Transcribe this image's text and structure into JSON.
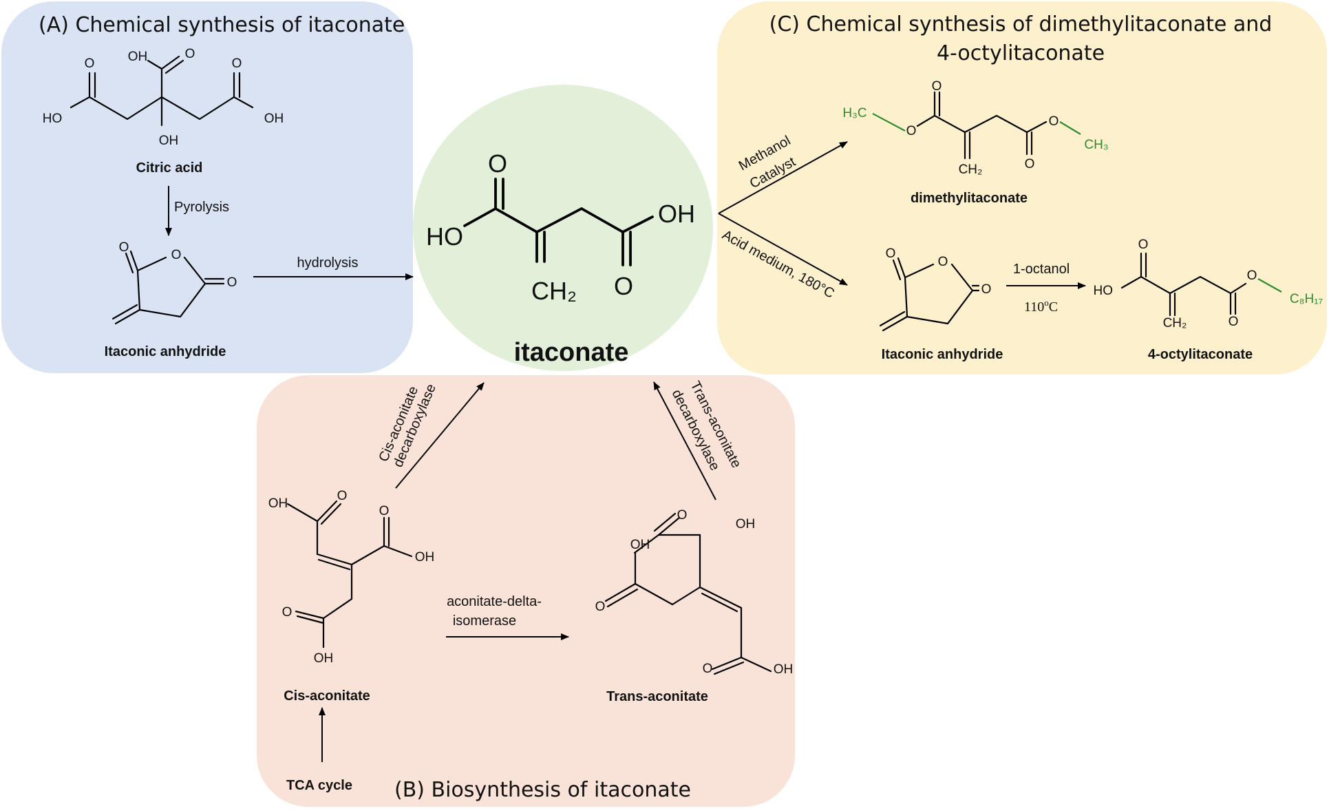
{
  "panels": {
    "a_title": "(A) Chemical synthesis of itaconate",
    "b_title": "(B) Biosynthesis of itaconate",
    "c_title_line1": "(C) Chemical synthesis of dimethylitaconate and",
    "c_title_line2": "4-octylitaconate"
  },
  "colors": {
    "panel_a": "#d9e3f3",
    "panel_b": "#f9e2d7",
    "panel_c": "#fdf0cc",
    "center": "#e2efd9",
    "substituent_green": "#2e8b2e"
  },
  "compounds": {
    "citric_acid": "Citric acid",
    "itaconic_anhydride_a": "Itaconic anhydride",
    "itaconate": "itaconate",
    "dimethylitaconate": "dimethylitaconate",
    "itaconic_anhydride_c": "Itaconic anhydride",
    "octylitaconate": "4-octylitaconate",
    "cis_aconitate": "Cis-aconitate",
    "trans_aconitate": "Trans-aconitate",
    "tca_cycle": "TCA cycle"
  },
  "conditions": {
    "pyrolysis": "Pyrolysis",
    "hydrolysis": "hydrolysis",
    "methanol": "Methanol",
    "catalyst": "Catalyst",
    "acid_medium": "Acid medium, 180°C",
    "octanol": "1-octanol",
    "temp_110": "110",
    "temp_110_sup": "o",
    "temp_110_unit": "C",
    "isomerase_line1": "aconitate-delta-",
    "isomerase_line2": "isomerase",
    "cis_decarb_line1": "Cis-aconitate",
    "cis_decarb_line2": "decarboxylase",
    "trans_decarb_line1": "Trans-aconitate",
    "trans_decarb_line2": "decarboxylase"
  },
  "atoms": {
    "O": "O",
    "OH": "OH",
    "HO": "HO",
    "CH2": "CH₂",
    "H3C": "H₃C",
    "CH3": "CH₃",
    "C8H17": "C₈H₁₇"
  }
}
